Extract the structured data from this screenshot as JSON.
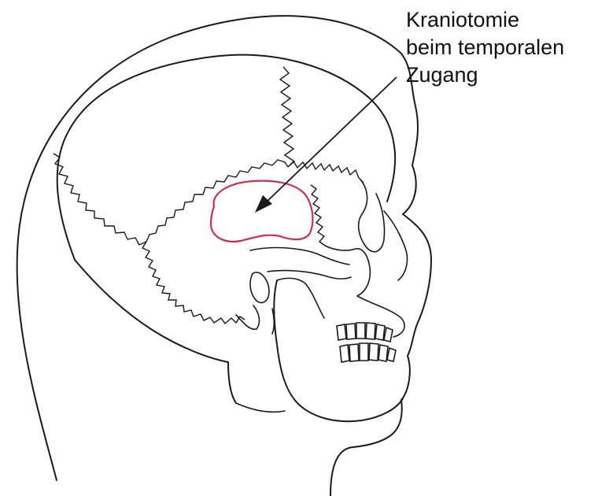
{
  "annotation": {
    "lines": [
      "Kraniotomie",
      "beim temporalen",
      "Zugang"
    ]
  },
  "colors": {
    "line": "#1a1a1a",
    "craniotomy_outline": "#c8324a",
    "background": "#ffffff"
  }
}
